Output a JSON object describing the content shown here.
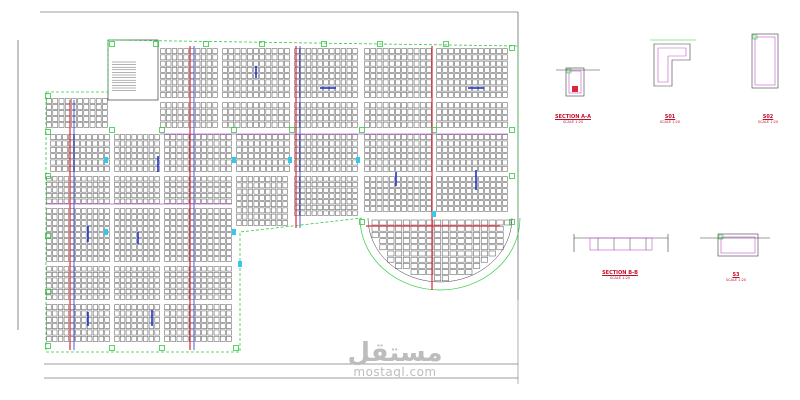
{
  "drawing": {
    "colors": {
      "background": "#ffffff",
      "slab": "#505050",
      "frame": "#3c3c3c",
      "column": "#2ecc40",
      "red_line": "#d9283a",
      "blue_line": "#2233cc",
      "magenta_line": "#c050d0",
      "cyan_mark": "#36c8e8",
      "label_red": "#c0102a"
    },
    "details": [
      {
        "title": "SECTION A-A",
        "scale": "SCALE 1:20"
      },
      {
        "title": "S01",
        "scale": "SCALE 1:20"
      },
      {
        "title": "S02",
        "scale": "SCALE 1:20"
      },
      {
        "title": "SECTION B-B",
        "scale": "SCALE 1:20"
      },
      {
        "title": "S3",
        "scale": "SCALE 1:20"
      }
    ],
    "watermark": {
      "arabic": "مستقل",
      "latin": "mostaql.com"
    }
  }
}
